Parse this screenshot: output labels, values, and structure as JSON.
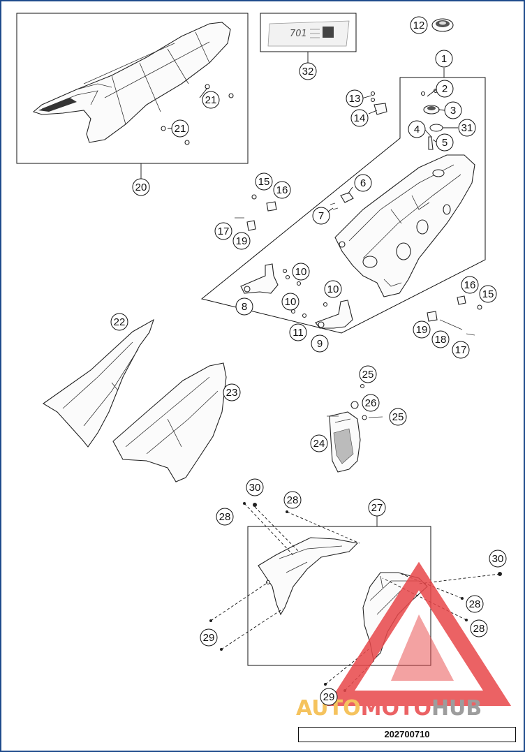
{
  "callouts": [
    {
      "n": "1"
    },
    {
      "n": "2"
    },
    {
      "n": "3"
    },
    {
      "n": "4"
    },
    {
      "n": "5"
    },
    {
      "n": "6"
    },
    {
      "n": "7"
    },
    {
      "n": "8"
    },
    {
      "n": "9"
    },
    {
      "n": "10"
    },
    {
      "n": "10"
    },
    {
      "n": "10"
    },
    {
      "n": "11"
    },
    {
      "n": "12"
    },
    {
      "n": "13"
    },
    {
      "n": "14"
    },
    {
      "n": "15"
    },
    {
      "n": "15"
    },
    {
      "n": "16"
    },
    {
      "n": "16"
    },
    {
      "n": "17"
    },
    {
      "n": "17"
    },
    {
      "n": "18"
    },
    {
      "n": "19"
    },
    {
      "n": "19"
    },
    {
      "n": "20"
    },
    {
      "n": "21"
    },
    {
      "n": "21"
    },
    {
      "n": "22"
    },
    {
      "n": "23"
    },
    {
      "n": "24"
    },
    {
      "n": "25"
    },
    {
      "n": "25"
    },
    {
      "n": "26"
    },
    {
      "n": "27"
    },
    {
      "n": "28"
    },
    {
      "n": "28"
    },
    {
      "n": "28"
    },
    {
      "n": "28"
    },
    {
      "n": "29"
    },
    {
      "n": "29"
    },
    {
      "n": "30"
    },
    {
      "n": "30"
    },
    {
      "n": "31"
    },
    {
      "n": "32"
    }
  ],
  "decal_text": "701",
  "watermark": {
    "part1": "AUTO",
    "part2": "MOTO",
    "part3": "HUB"
  },
  "colors": {
    "wm_orange": "#f4b942",
    "wm_red": "#e8474a",
    "wm_gray": "#8c8c8c"
  },
  "doc_number": "202700710"
}
